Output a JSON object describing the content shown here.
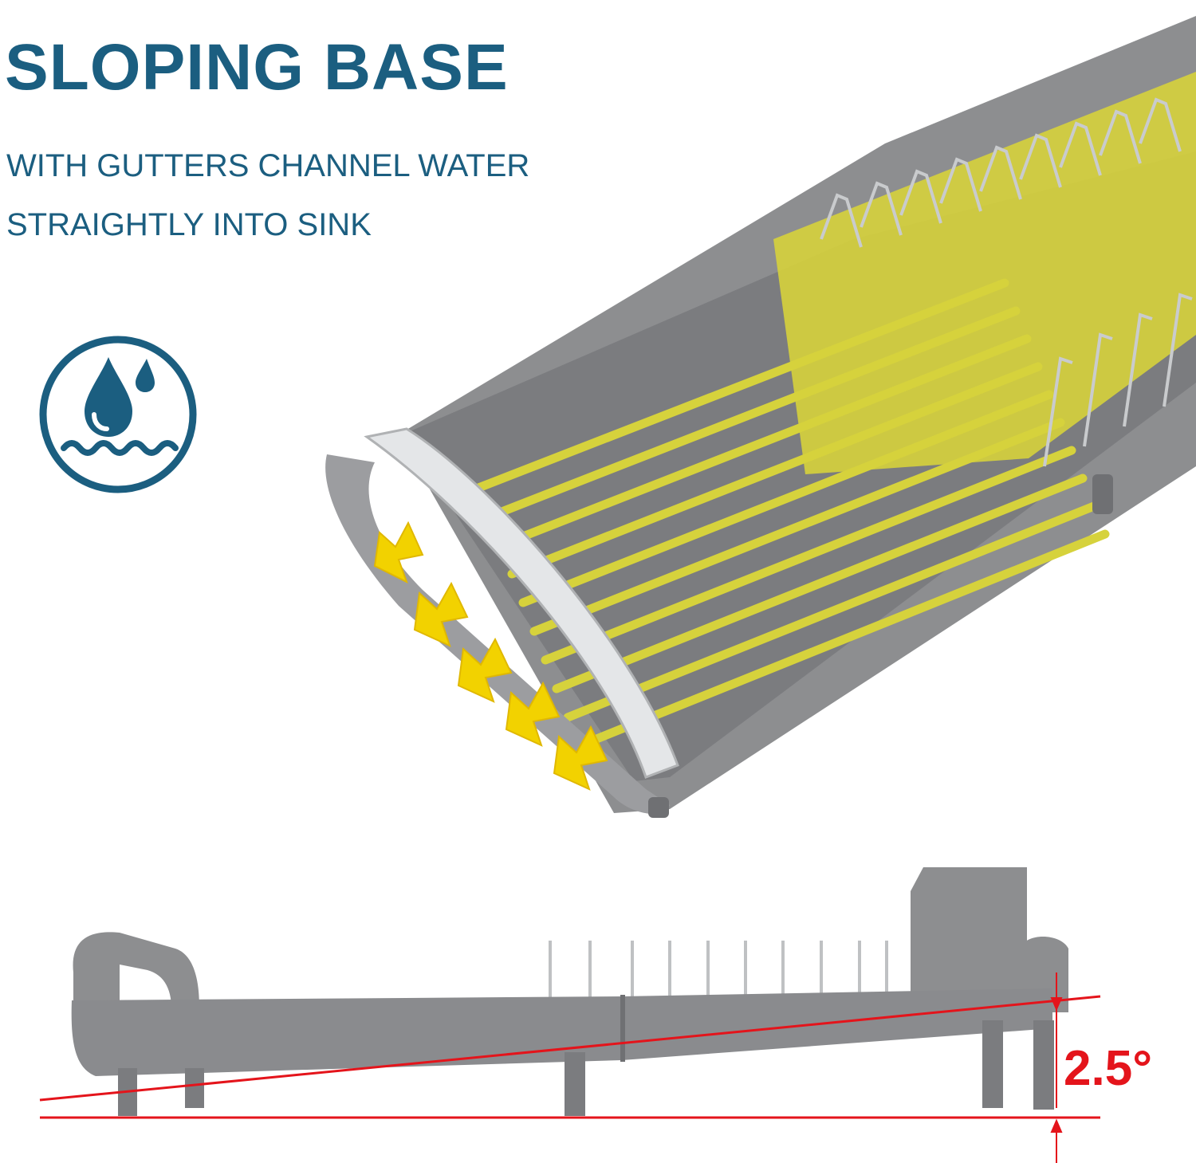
{
  "headline": "SLOPING BASE",
  "subtitle_line1": "WITH GUTTERS CHANNEL WATER",
  "subtitle_line2": "STRAIGHTLY INTO SINK",
  "slope_angle_label": "2.5°",
  "icons": {
    "badge": "water-drop-icon",
    "flow": "yellow-arrow-icon"
  },
  "colors": {
    "heading": "#1b5e80",
    "badge": "#1b5e80",
    "rack_gray": "#8d8e90",
    "rack_dark": "#6f7073",
    "gutter_yellow": "#d6d23c",
    "arrow_yellow": "#f2d200",
    "measure_red": "#e4141b",
    "angle_text": "#e4141b",
    "steel": "#c9cbcd"
  }
}
